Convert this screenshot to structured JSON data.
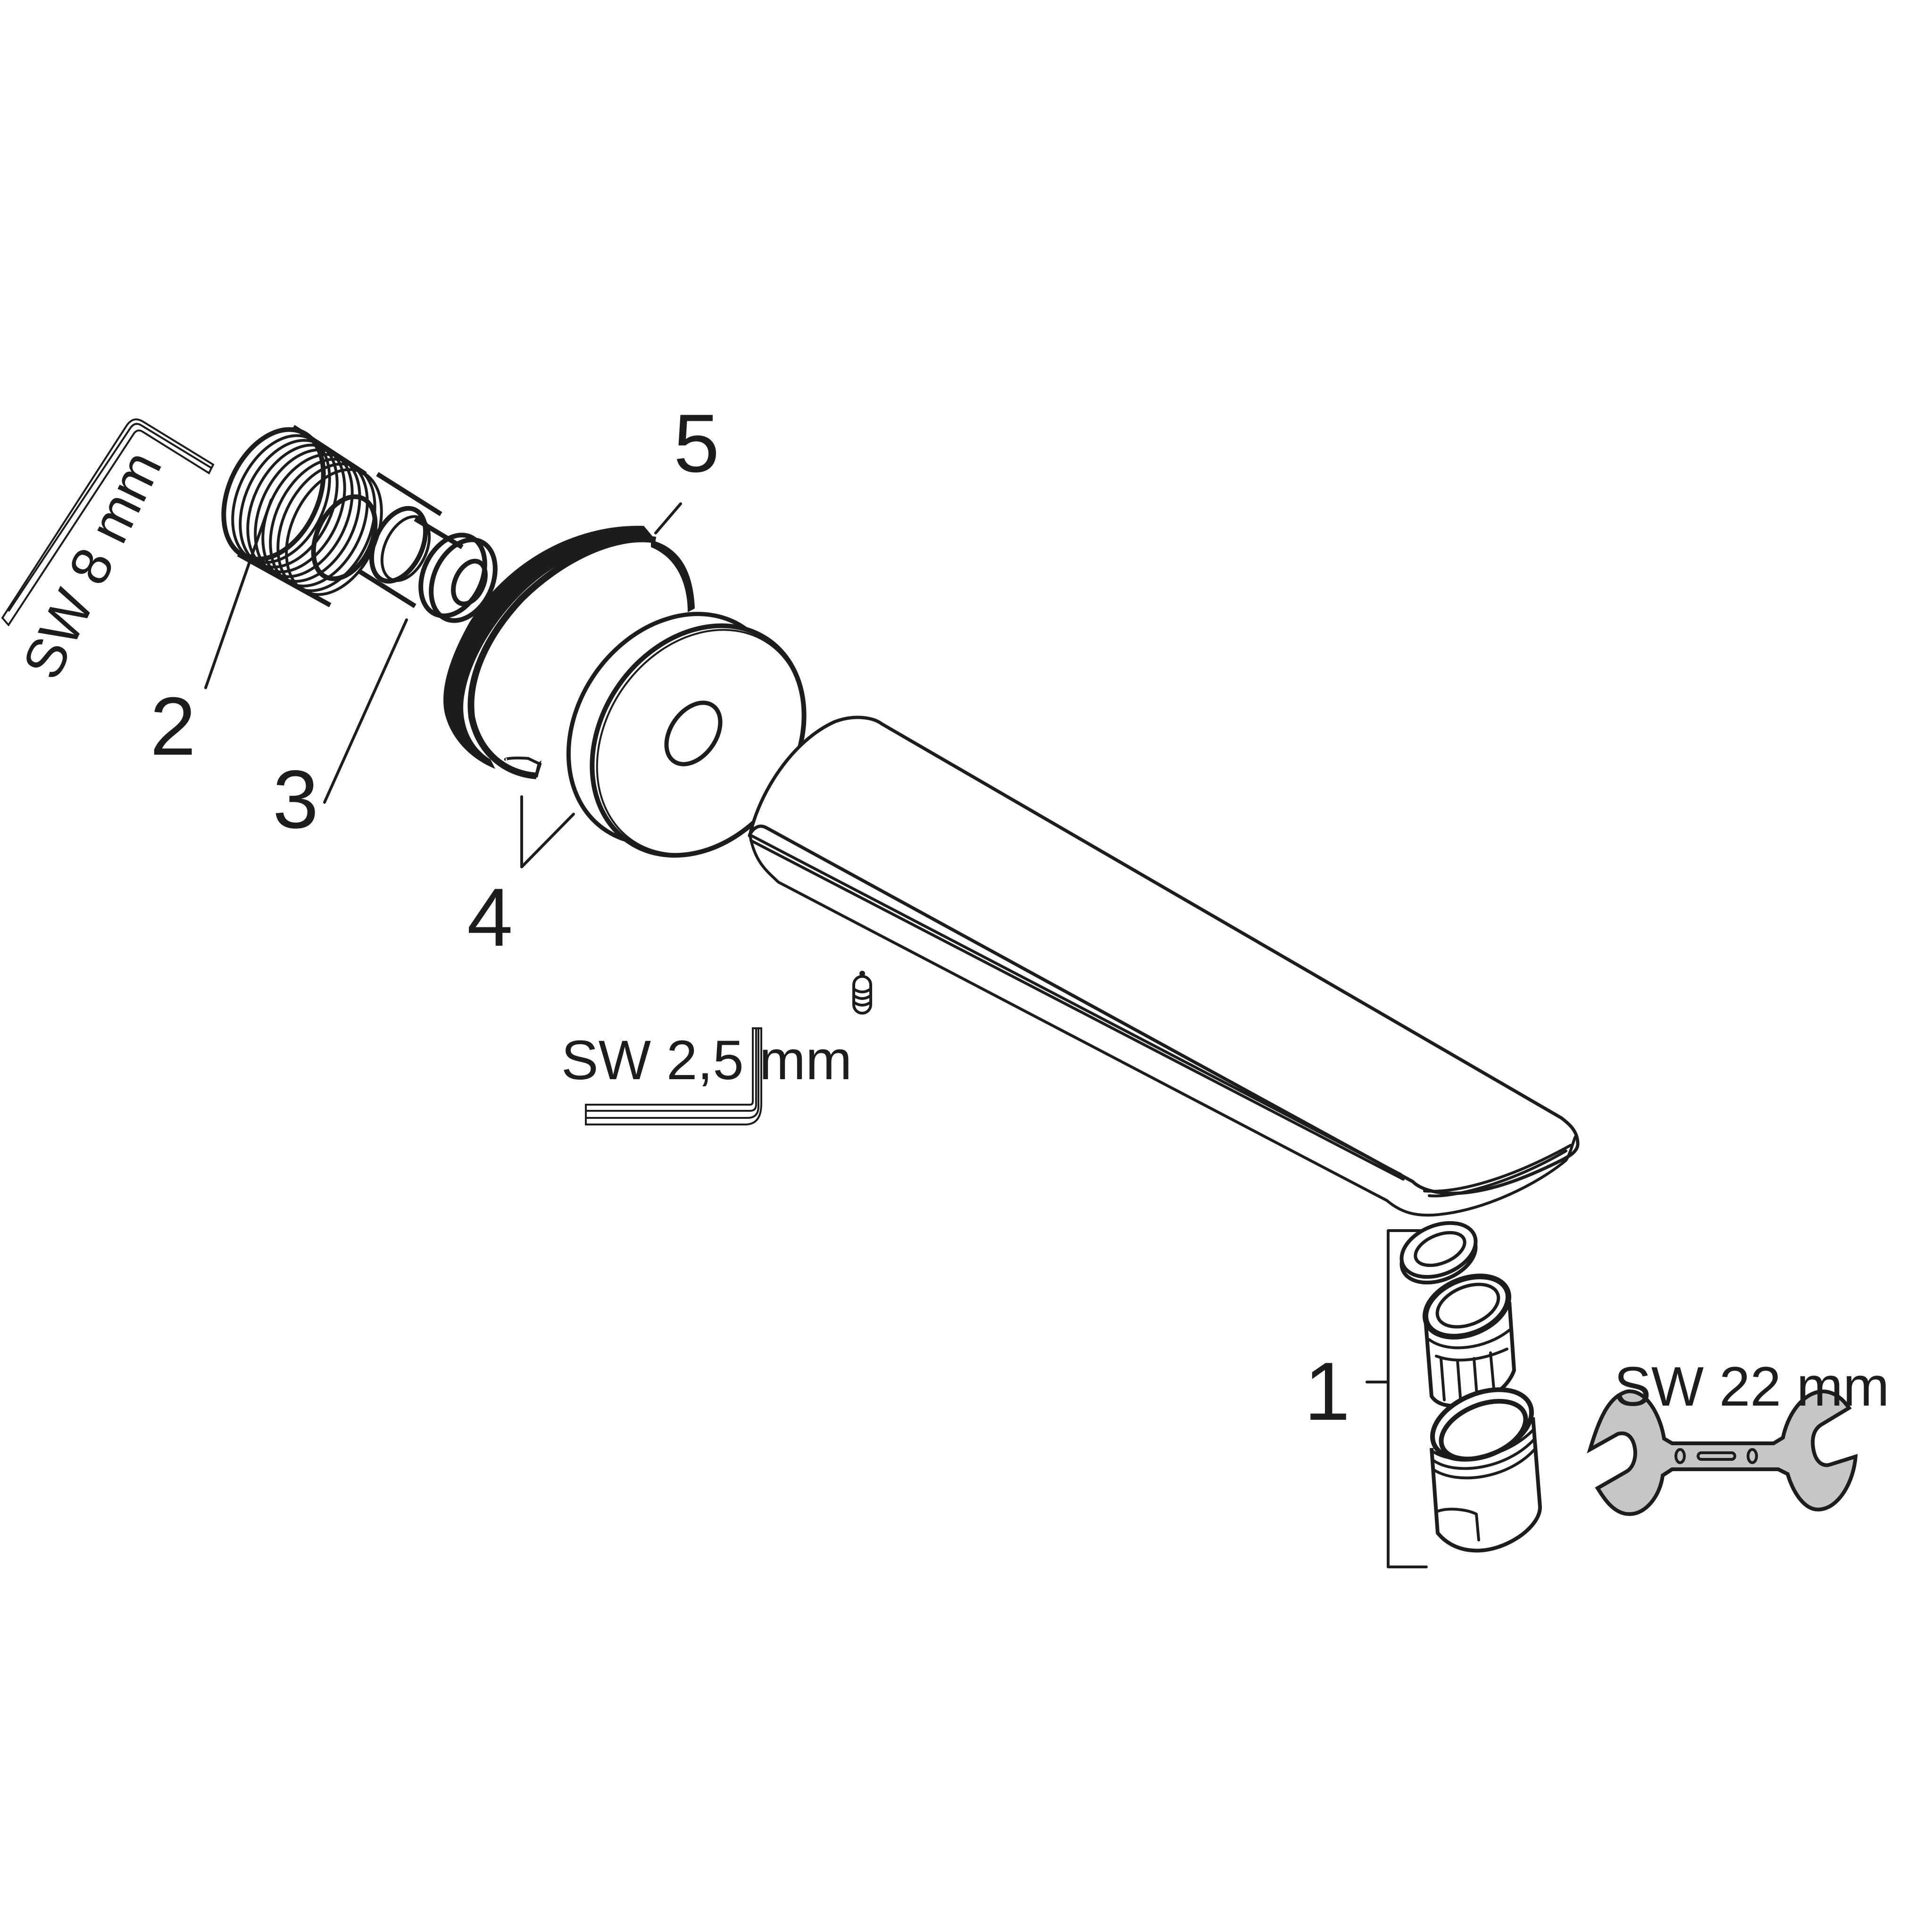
{
  "diagram": {
    "type": "exploded-parts-view",
    "subject": "wall-mounted basin spout",
    "colors": {
      "line": "#1d1d1b",
      "background": "#ffffff",
      "wrench_fill": "#c6c6c5"
    },
    "parts": [
      {
        "number": "1",
        "label": "1",
        "description": "aerator set (washer, insert, housing)"
      },
      {
        "number": "2",
        "label": "2",
        "description": "threaded connector"
      },
      {
        "number": "3",
        "label": "3",
        "description": "connector nipple with o-ring"
      },
      {
        "number": "4",
        "label": "4",
        "description": "rosette and retaining ring"
      },
      {
        "number": "5",
        "label": "5",
        "description": "seal ring"
      }
    ],
    "tools": [
      {
        "name": "hex-key-8",
        "label": "SW 8 mm"
      },
      {
        "name": "hex-key-2-5",
        "label": "SW 2,5 mm"
      },
      {
        "name": "open-end-wrench-22",
        "label": "SW 22 mm"
      }
    ]
  }
}
